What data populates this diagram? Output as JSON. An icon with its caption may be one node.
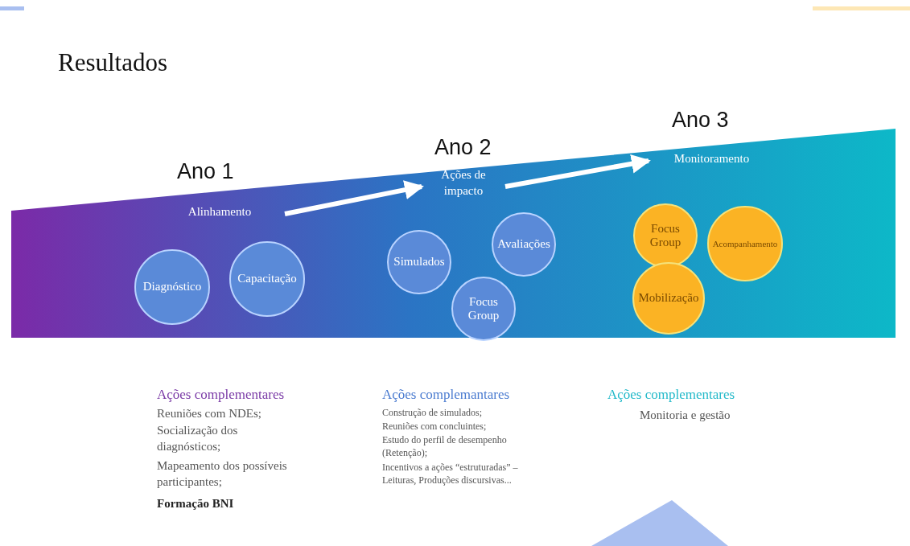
{
  "diagram": {
    "title": "Resultados",
    "nodes": [
      {
        "text": [],
        "shape": "band"
      },
      {
        "text": [
          "Alinhamento"
        ],
        "in": 0
      },
      {
        "text": [
          "Ações de impacto"
        ],
        "in": 0
      },
      {
        "text": [
          "Monitoramento"
        ],
        "in": 0
      },
      {
        "text": [
          "Diagnóstico"
        ],
        "in": 0
      },
      {
        "text": [
          "Capacitação"
        ],
        "in": 0
      },
      {
        "text": [
          "Simulados"
        ],
        "in": 0
      },
      {
        "text": [
          "Avaliações"
        ],
        "in": 0
      },
      {
        "text": [
          "Focus Group"
        ],
        "in": 0
      },
      {
        "text": [
          "Focus Group"
        ],
        "in": 0
      },
      {
        "text": [
          "Acompanhamento"
        ],
        "in": 0
      },
      {
        "text": [
          "Mobilização"
        ],
        "in": 0
      }
    ],
    "edges": [
      {
        "from": 1,
        "to": 2,
        "arrow": "to"
      },
      {
        "from": 2,
        "to": 3,
        "arrow": "to"
      }
    ],
    "labels": [
      "Ano 1",
      "Ano 2",
      "Ano 3",
      "Ações complementares",
      "Reuniões com NDEs;",
      "Socialização dos diagnósticos;",
      "Mapeamento dos possíveis participantes;",
      "Formação BNI",
      "Ações complemantares",
      "Construção de simulados;",
      "Reuniões com concluintes;",
      "Estudo do perfil de desempenho (Retenção);",
      "Incentivos a ações “estruturadas” – Leituras, Produções discursivas...",
      "Ações complementares",
      "Monitoria e gestão"
    ]
  }
}
